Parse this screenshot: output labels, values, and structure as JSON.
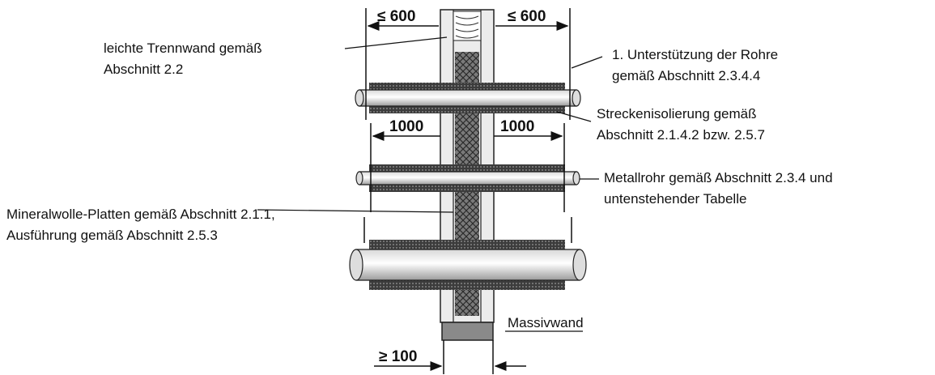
{
  "dimensions": {
    "top_left": "≤ 600",
    "top_right": "≤ 600",
    "mid_left": "1000",
    "mid_right": "1000",
    "bottom": "≥ 100"
  },
  "labels": {
    "partition_wall_1": "leichte Trennwand gemäß",
    "partition_wall_2": "Abschnitt 2.2",
    "support_1": "1. Unterstützung der Rohre",
    "support_2": "gemäß Abschnitt 2.3.4.4",
    "insulation_1": "Streckenisolierung gemäß",
    "insulation_2": "Abschnitt 2.1.4.2 bzw. 2.5.7",
    "pipe_1": "Metallrohr gemäß Abschnitt 2.3.4 und",
    "pipe_2": "untenstehender Tabelle",
    "mineral_wool_1": "Mineralwolle-Platten gemäß Abschnitt 2.1.1,",
    "mineral_wool_2": "Ausführung gemäß Abschnitt 2.5.3",
    "solid_wall": "Massivwand"
  }
}
